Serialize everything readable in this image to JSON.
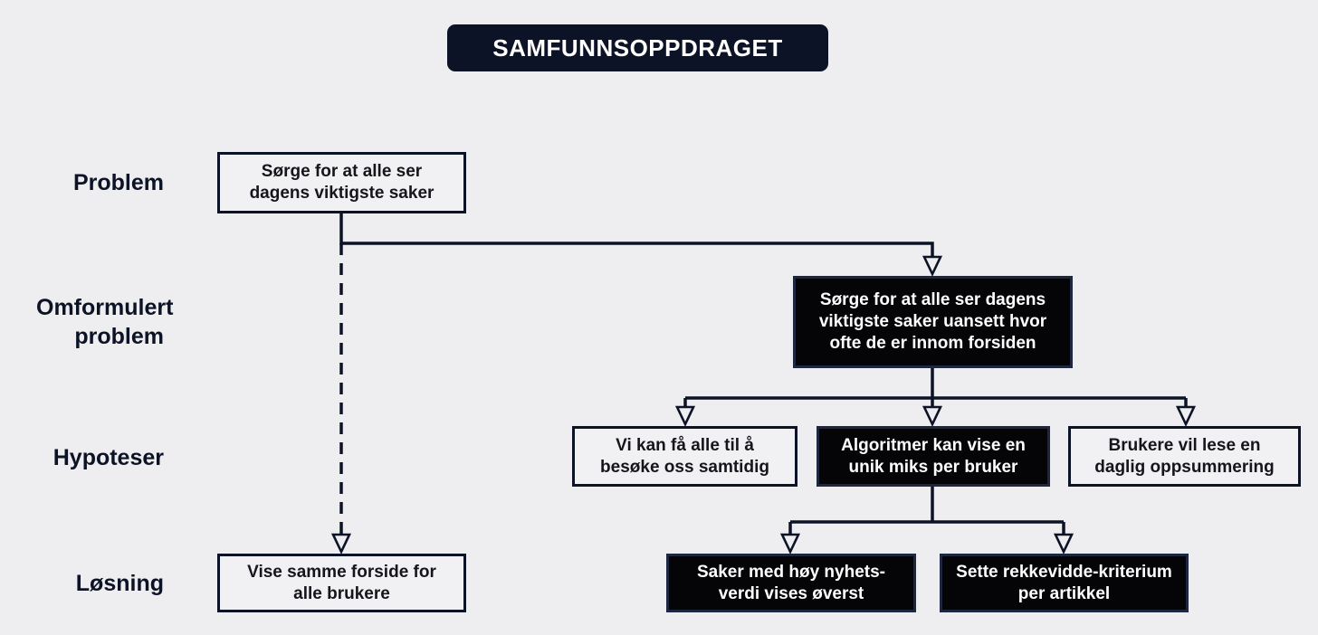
{
  "title": "SAMFUNNSOPPDRAGET",
  "row_labels": {
    "problem": "Problem",
    "reformulated_problem": "Omformulert problem",
    "hypotheses": "Hypoteser",
    "solution": "Løsning"
  },
  "boxes": {
    "problem": "Sørge for at alle ser dagens viktigste saker",
    "reformulated_problem": "Sørge for at alle ser dagens viktigste saker uansett hvor ofte de er innom forsiden",
    "hypothesis_1": "Vi kan få alle til å besøke oss samtidig",
    "hypothesis_2": "Algoritmer kan vise en unik miks per bruker",
    "hypothesis_3": "Brukere vil lese en daglig oppsummering",
    "solution_1": "Vise samme forside for alle brukere",
    "solution_2": "Saker med høy nyhets-verdi vises øverst",
    "solution_3": "Sette rekkevidde-kriterium per artikkel"
  },
  "colors": {
    "background": "#eeeef0",
    "ink": "#0d1326",
    "dark_box_fill": "#050507",
    "dark_box_border": "#1e2740",
    "light_box_fill": "#f1f1f3",
    "text_on_dark": "#ffffff"
  }
}
